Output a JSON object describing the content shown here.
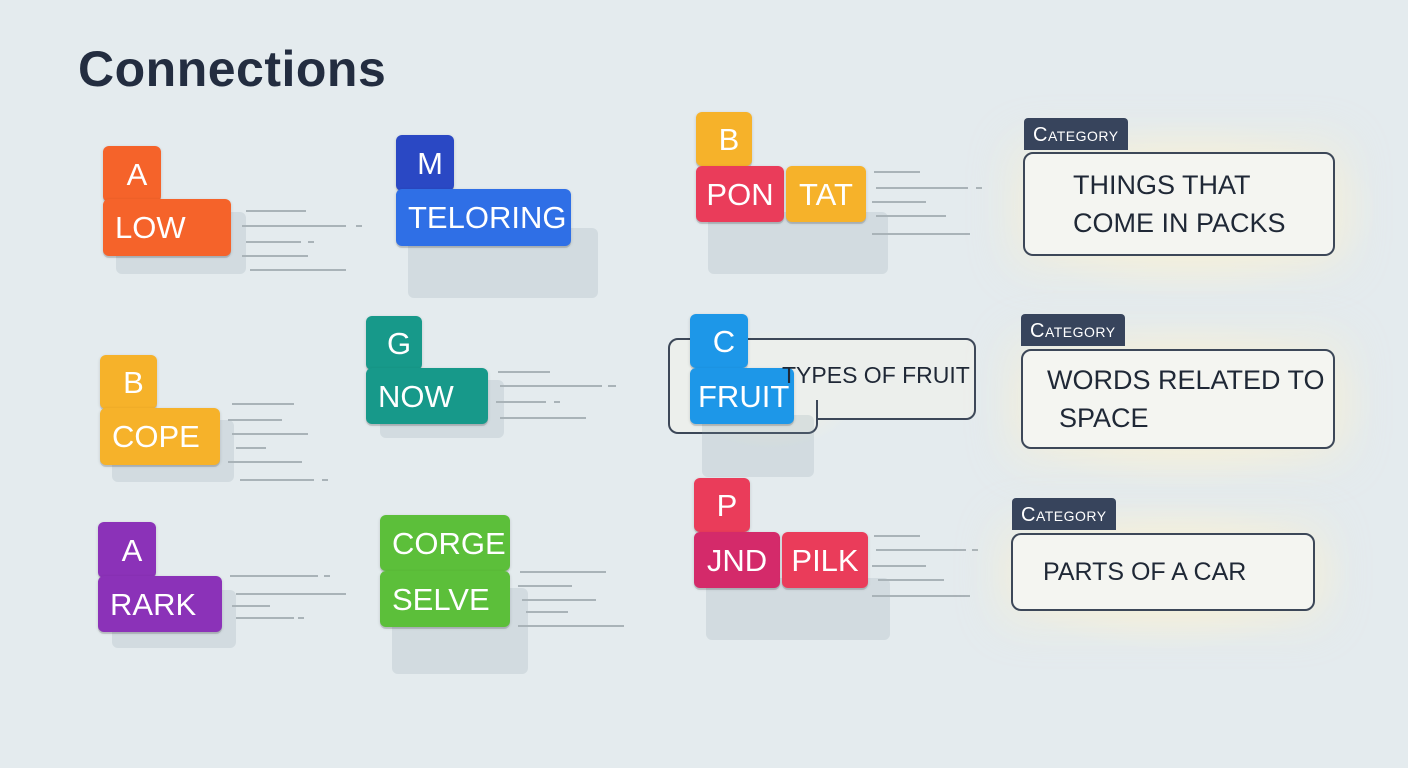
{
  "title": "Connections",
  "colors": {
    "orange": "#f5632a",
    "blue_dark": "#2a48c4",
    "blue": "#2f6fe6",
    "yellow": "#f6b22a",
    "teal": "#17998a",
    "purple": "#8b32b8",
    "green": "#5cbf3a",
    "red": "#ea3c5a",
    "cyan": "#1d97e8",
    "magenta": "#d42a6a",
    "navy": "#37445c"
  },
  "tiles": {
    "a1_letter": "A",
    "a1_word": "LOW",
    "m_letter": "M",
    "m_word": "TELORING",
    "b1_letter": "B",
    "b1_word": "COPE",
    "g_letter": "G",
    "g_word": "NOW",
    "a2_letter": "A",
    "a2_word": "RARK",
    "corge_word": "CORGE",
    "selve_word": "SELVE",
    "b2_letter": "B",
    "pon_word": "PON",
    "tat_word": "TAT",
    "c_letter": "C",
    "fruit_word": "FRUIT",
    "p_letter": "P",
    "jnd_word": "JND",
    "pilk_word": "PILK"
  },
  "fruit_label": "TYPES OF FRUIT",
  "categories": [
    {
      "tab": "Category",
      "text_line1": "THINGS THAT",
      "text_line2": "COME IN PACKS"
    },
    {
      "tab": "Category",
      "text_line1": "WORDS RELATED TO",
      "text_line2": "SPACE"
    },
    {
      "tab": "Category",
      "text_line1": "PARTS OF A CAR"
    }
  ]
}
